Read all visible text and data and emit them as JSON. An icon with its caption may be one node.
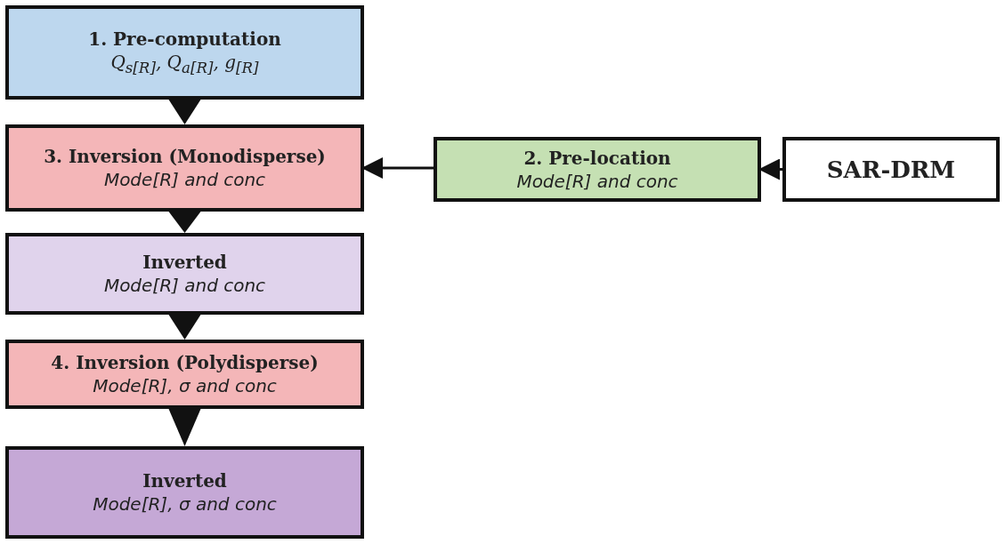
{
  "diagram": {
    "nodes": [
      {
        "text": [
          "1. Pre-computation",
          "Q$_{s[R]}$, Q$_{a[R]}$, g$_{[R]}$"
        ]
      },
      {
        "text": [
          "3. Inversion (Monodisperse)",
          "Mode[R] and conc"
        ]
      },
      {
        "text": [
          "2. Pre-location",
          "Mode[R] and conc"
        ]
      },
      {
        "text": [
          "SAR-DRM"
        ]
      },
      {
        "text": [
          "Inverted",
          "Mode[R] and conc"
        ]
      },
      {
        "text": [
          "4. Inversion (Polydisperse)",
          "Mode[R], σ and conc"
        ]
      },
      {
        "text": [
          "Inverted",
          "Mode[R], σ and conc"
        ]
      }
    ],
    "edges": [
      {
        "from": 0,
        "to": 1,
        "arrow": "to"
      },
      {
        "from": 3,
        "to": 2,
        "arrow": "to"
      },
      {
        "from": 2,
        "to": 1,
        "arrow": "to"
      },
      {
        "from": 1,
        "to": 4,
        "arrow": "to"
      },
      {
        "from": 4,
        "to": 5,
        "arrow": "to"
      },
      {
        "from": 5,
        "to": 6,
        "arrow": "to"
      }
    ]
  }
}
